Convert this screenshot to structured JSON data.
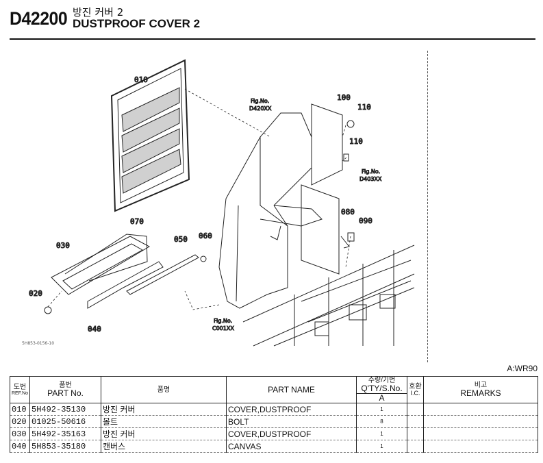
{
  "header": {
    "code": "D42200",
    "title_kr": "방진 커버 2",
    "title_en": "DUSTPROOF COVER 2"
  },
  "diagram": {
    "callouts": [
      "010",
      "100",
      "110",
      "110",
      "070",
      "080",
      "090",
      "030",
      "050",
      "060",
      "020",
      "040"
    ],
    "fig_refs": [
      {
        "label": "Fig.No.",
        "code": "D420XX"
      },
      {
        "label": "Fig.No.",
        "code": "D403XX"
      },
      {
        "label": "Fig.No.",
        "code": "C001XX"
      }
    ],
    "illustration_id": "5H853-0156-10"
  },
  "model_label": "A:WR90",
  "table": {
    "headers": {
      "ref_kr": "도번",
      "ref_en": "REF.No",
      "part_no_kr": "품번",
      "part_no_en": "PART No.",
      "name_kr": "품명",
      "part_name": "PART NAME",
      "qty_kr": "수량/기번",
      "qty_en": "Q'TY/S.No.",
      "qty_col": "A",
      "ic_kr": "호환",
      "ic_en": "I.C.",
      "remarks_kr": "비고",
      "remarks_en": "REMARKS"
    },
    "rows": [
      {
        "ref": "010",
        "part_no": "5H492-35130",
        "name_kr": "방진 커버",
        "part_name": "COVER,DUSTPROOF",
        "qty": "1",
        "ic": "",
        "remarks": ""
      },
      {
        "ref": "020",
        "part_no": "01025-50616",
        "name_kr": "볼트",
        "part_name": "BOLT",
        "qty": "8",
        "ic": "",
        "remarks": ""
      },
      {
        "ref": "030",
        "part_no": "5H492-35163",
        "name_kr": "방진 커버",
        "part_name": "COVER,DUSTPROOF",
        "qty": "1",
        "ic": "",
        "remarks": ""
      },
      {
        "ref": "040",
        "part_no": "5H853-35180",
        "name_kr": "캔버스",
        "part_name": "CANVAS",
        "qty": "1",
        "ic": "",
        "remarks": ""
      }
    ]
  }
}
